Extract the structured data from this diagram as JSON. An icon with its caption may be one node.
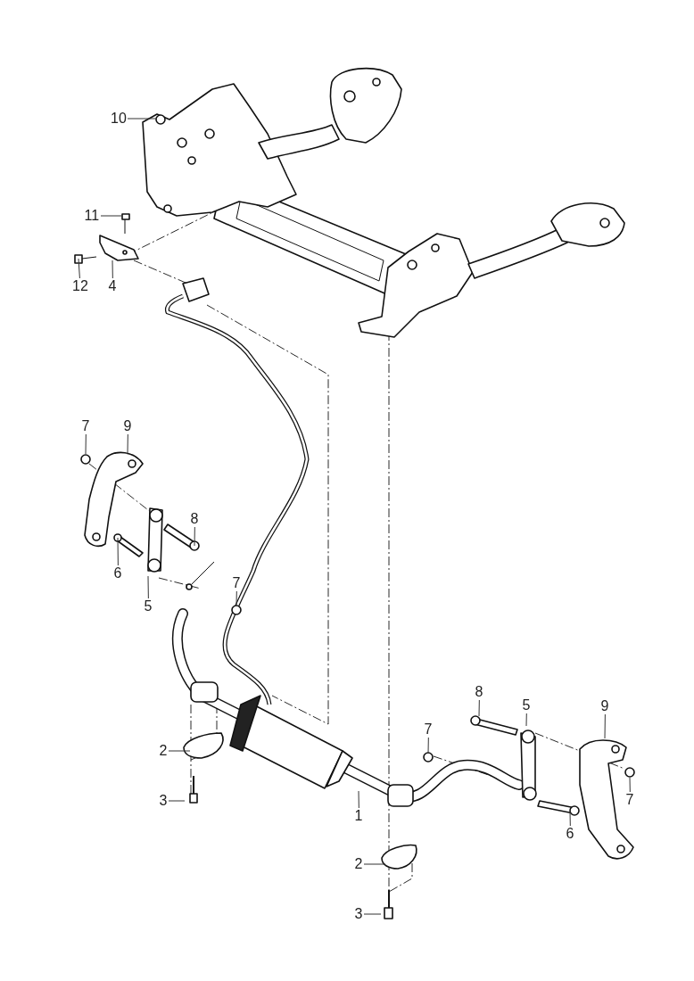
{
  "diagram": {
    "nodes": [
      {
        "text": [
          "10"
        ]
      },
      {
        "text": [
          "11"
        ]
      },
      {
        "text": [
          "12"
        ]
      },
      {
        "text": [
          "4"
        ]
      },
      {
        "text": [
          "7"
        ]
      },
      {
        "text": [
          "9"
        ]
      },
      {
        "text": [
          "8"
        ]
      },
      {
        "text": [
          "6"
        ]
      },
      {
        "text": [
          "7"
        ]
      },
      {
        "text": [
          "5"
        ]
      },
      {
        "text": [
          "8"
        ]
      },
      {
        "text": [
          "5"
        ]
      },
      {
        "text": [
          "9"
        ]
      },
      {
        "text": [
          "7"
        ]
      },
      {
        "text": [
          "2"
        ]
      },
      {
        "text": [
          "3"
        ]
      },
      {
        "text": [
          "7"
        ]
      },
      {
        "text": [
          "1"
        ]
      },
      {
        "text": [
          "6"
        ]
      },
      {
        "text": [
          "2"
        ]
      },
      {
        "text": [
          "3"
        ]
      }
    ],
    "edges": [
      {
        "from": 0,
        "to": null,
        "arrow": "none"
      },
      {
        "from": 1,
        "to": null,
        "arrow": "none"
      },
      {
        "from": 2,
        "to": null,
        "arrow": "none"
      },
      {
        "from": 3,
        "to": null,
        "arrow": "none"
      },
      {
        "from": 4,
        "to": null,
        "arrow": "none"
      },
      {
        "from": 5,
        "to": null,
        "arrow": "none"
      },
      {
        "from": 6,
        "to": null,
        "arrow": "none"
      },
      {
        "from": 7,
        "to": null,
        "arrow": "none"
      },
      {
        "from": 8,
        "to": null,
        "arrow": "none"
      },
      {
        "from": 9,
        "to": null,
        "arrow": "none"
      },
      {
        "from": 10,
        "to": null,
        "arrow": "none"
      },
      {
        "from": 11,
        "to": null,
        "arrow": "none"
      },
      {
        "from": 12,
        "to": null,
        "arrow": "none"
      },
      {
        "from": 13,
        "to": null,
        "arrow": "none"
      },
      {
        "from": 14,
        "to": null,
        "arrow": "none"
      },
      {
        "from": 15,
        "to": null,
        "arrow": "none"
      },
      {
        "from": 16,
        "to": null,
        "arrow": "none"
      },
      {
        "from": 17,
        "to": null,
        "arrow": "none"
      },
      {
        "from": 18,
        "to": null,
        "arrow": "none"
      },
      {
        "from": 19,
        "to": null,
        "arrow": "none"
      },
      {
        "from": 20,
        "to": null,
        "arrow": "none"
      }
    ]
  }
}
